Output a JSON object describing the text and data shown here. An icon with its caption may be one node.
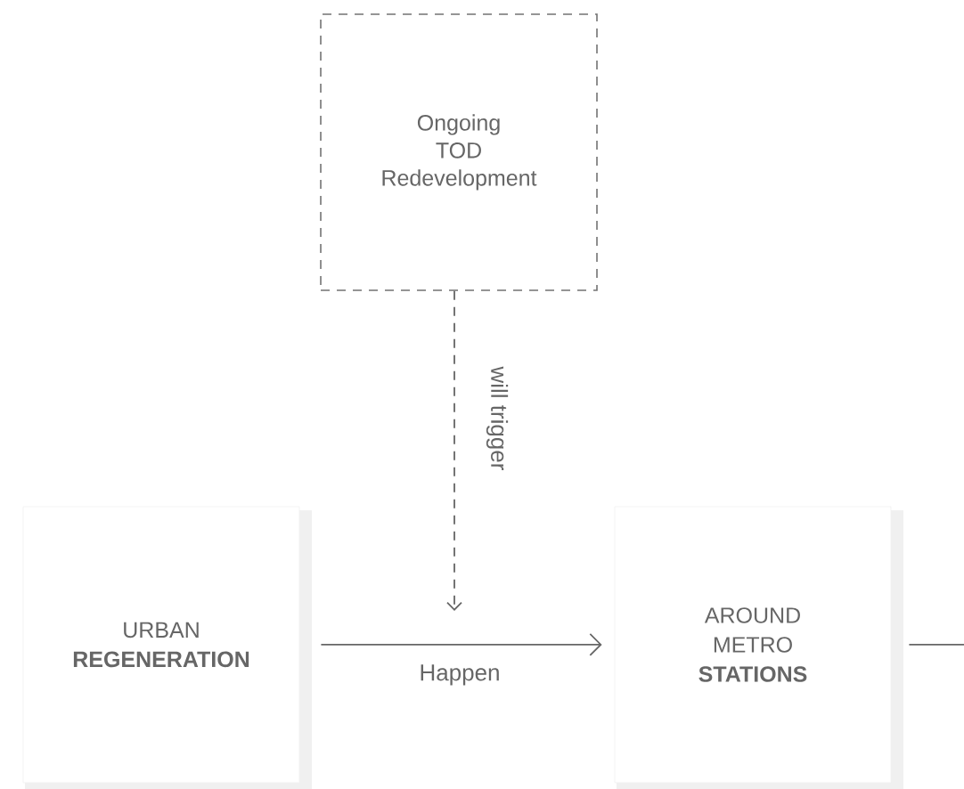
{
  "diagram": {
    "nodes": [
      {
        "text": [
          "Ongoing TOD Redevelopment"
        ]
      },
      {
        "text": [
          "URBAN **REGENERATION**"
        ]
      },
      {
        "text": [
          "AROUND METRO **STATIONS**"
        ]
      }
    ],
    "edges": [
      {
        "from": 0,
        "to": null,
        "arrow": "to",
        "style": "dashed",
        "label": "will trigger"
      },
      {
        "from": 1,
        "to": 2,
        "arrow": "to",
        "label": "Happen"
      },
      {
        "from": 2,
        "to": null,
        "arrow": "none"
      }
    ]
  }
}
